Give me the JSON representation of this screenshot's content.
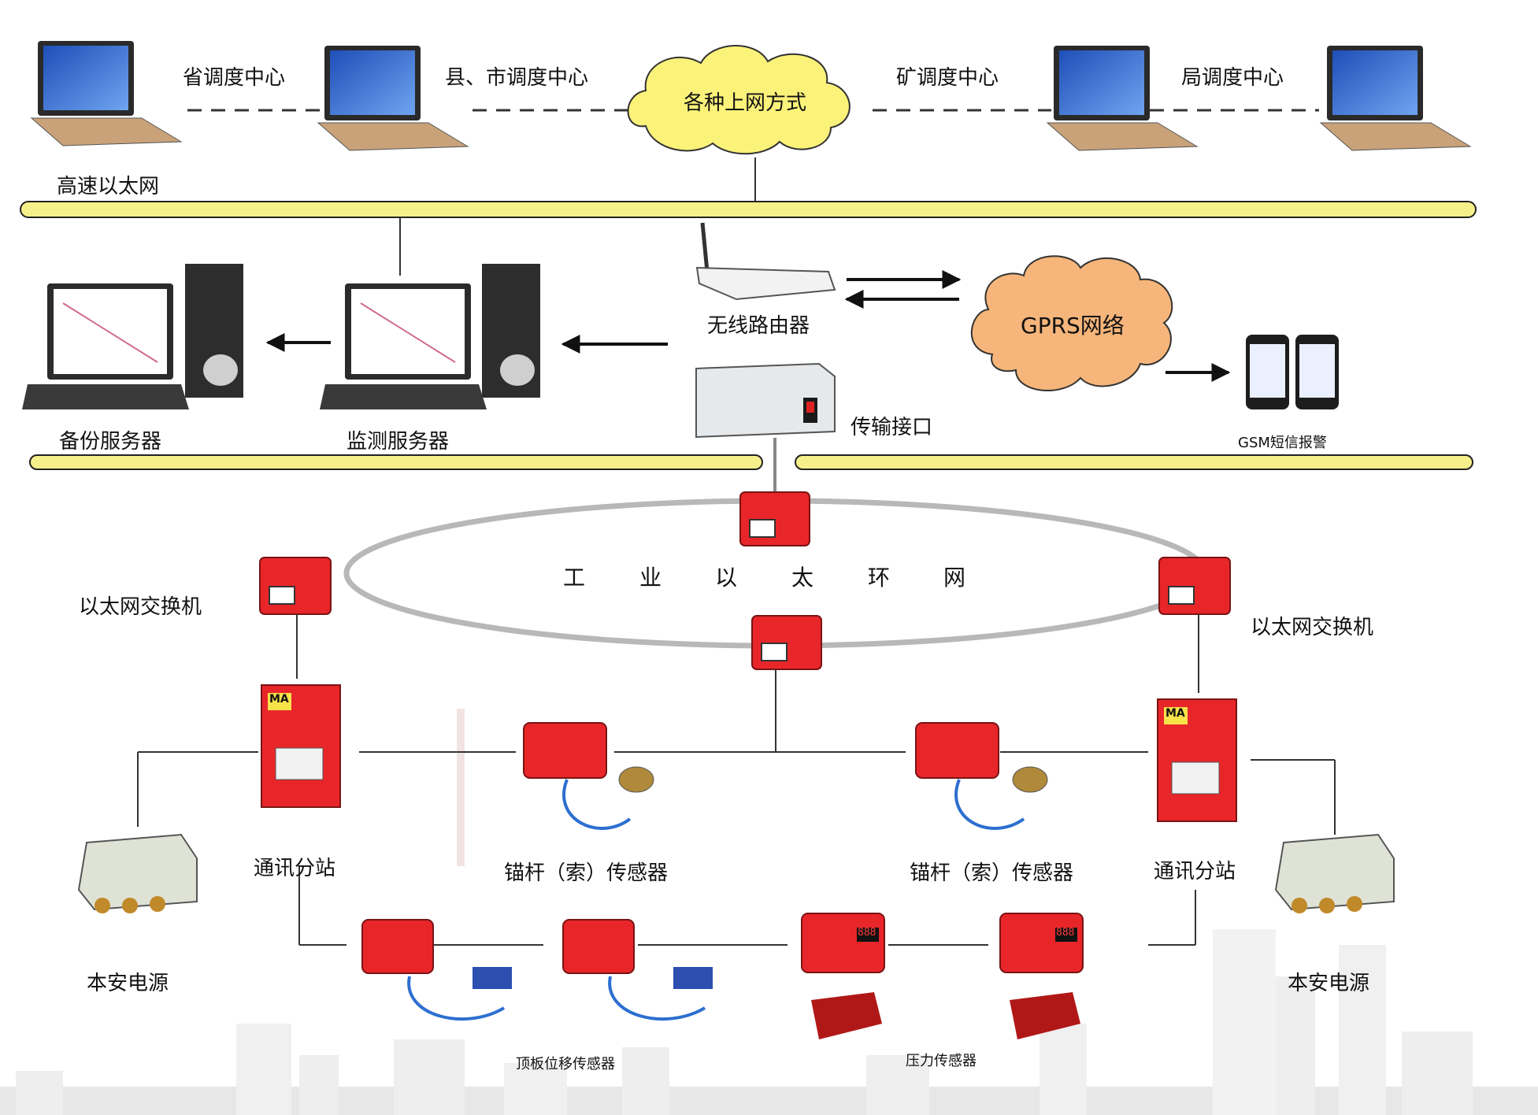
{
  "top_labels": {
    "province": "省调度中心",
    "county_city": "县、市调度中心",
    "internet_cloud": "各种上网方式",
    "mine": "矿调度中心",
    "bureau": "局调度中心",
    "ethernet": "高速以太网"
  },
  "middle_labels": {
    "router": "无线路由器",
    "gprs_cloud": "GPRS网络",
    "backup_server": "备份服务器",
    "monitor_server": "监测服务器",
    "transmission": "传输接口",
    "gsm": "GSM短信报警"
  },
  "ring": {
    "chars": [
      "工",
      "业",
      "以",
      "太",
      "环",
      "网"
    ]
  },
  "field_labels": {
    "switch_left": "以太网交换机",
    "switch_right": "以太网交换机",
    "substation_left": "通讯分站",
    "substation_right": "通讯分站",
    "anchor_left": "锚杆（索）传感器",
    "anchor_right": "锚杆（索）传感器",
    "power_left": "本安电源",
    "power_right": "本安电源",
    "roof_sensor": "顶板位移传感器",
    "pressure_sensor": "压力传感器"
  },
  "device_markings": {
    "ma": "MA",
    "display": "888"
  },
  "colors": {
    "bus_fill": "#f6f08a",
    "bus_stroke": "#222222",
    "cloud_yellow": "#fbf27a",
    "cloud_orange": "#f6b57a",
    "device_red": "#e8262a",
    "ring_gray": "#b8b8b8",
    "screen_blue": "#3b6fd8"
  }
}
